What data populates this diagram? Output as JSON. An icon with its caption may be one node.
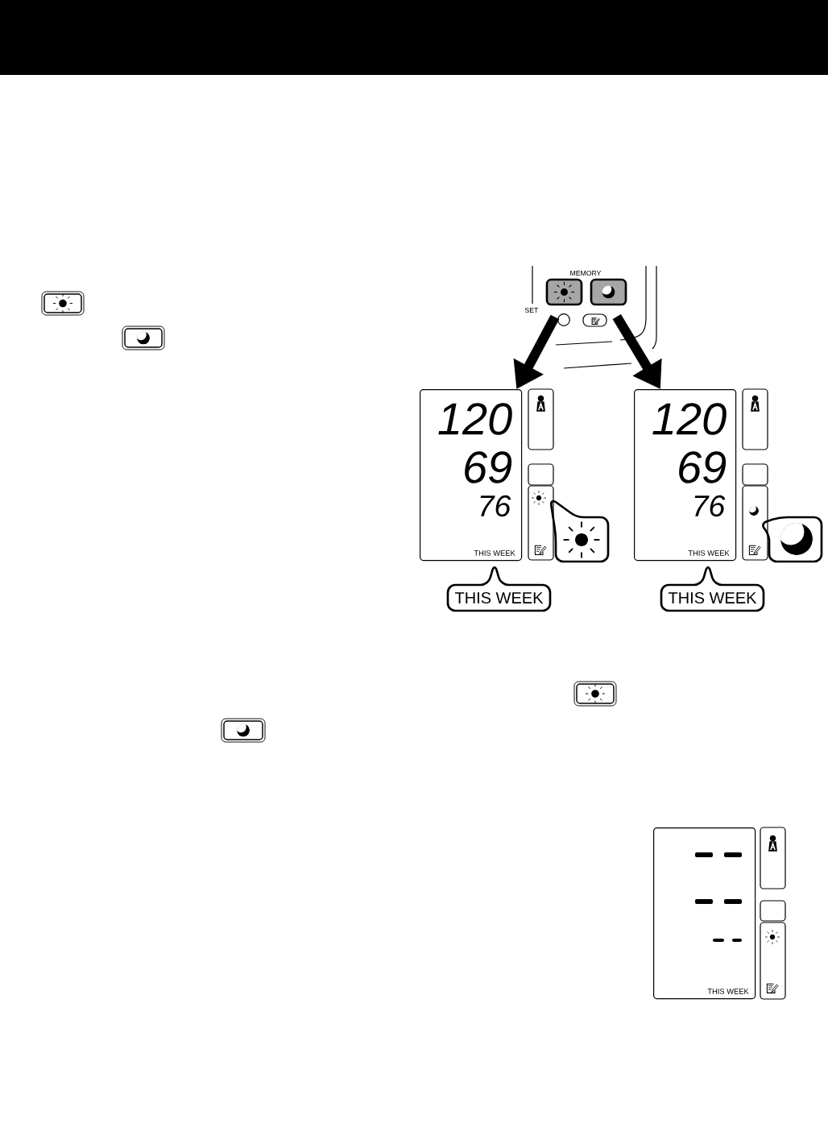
{
  "diagram": {
    "nodes": [
      {
        "text": [],
        "shape": "box"
      },
      {
        "text": [],
        "shape": "box"
      },
      {
        "text": [
          "120",
          "69",
          "76",
          "THIS WEEK"
        ]
      },
      {
        "text": [
          "120",
          "69",
          "76",
          "THIS WEEK"
        ]
      },
      {
        "text": [],
        "shape": "box"
      },
      {
        "text": [],
        "shape": "box"
      },
      {
        "text": [
          "THIS WEEK"
        ]
      },
      {
        "text": [
          "THIS WEEK"
        ]
      },
      {
        "text": [
          "THIS WEEK"
        ]
      }
    ],
    "edges": [
      {
        "from": 0,
        "to": 2,
        "arrow": "to"
      },
      {
        "from": 1,
        "to": 3,
        "arrow": "to"
      }
    ],
    "labels": [
      "MEMORY",
      "SET"
    ]
  }
}
